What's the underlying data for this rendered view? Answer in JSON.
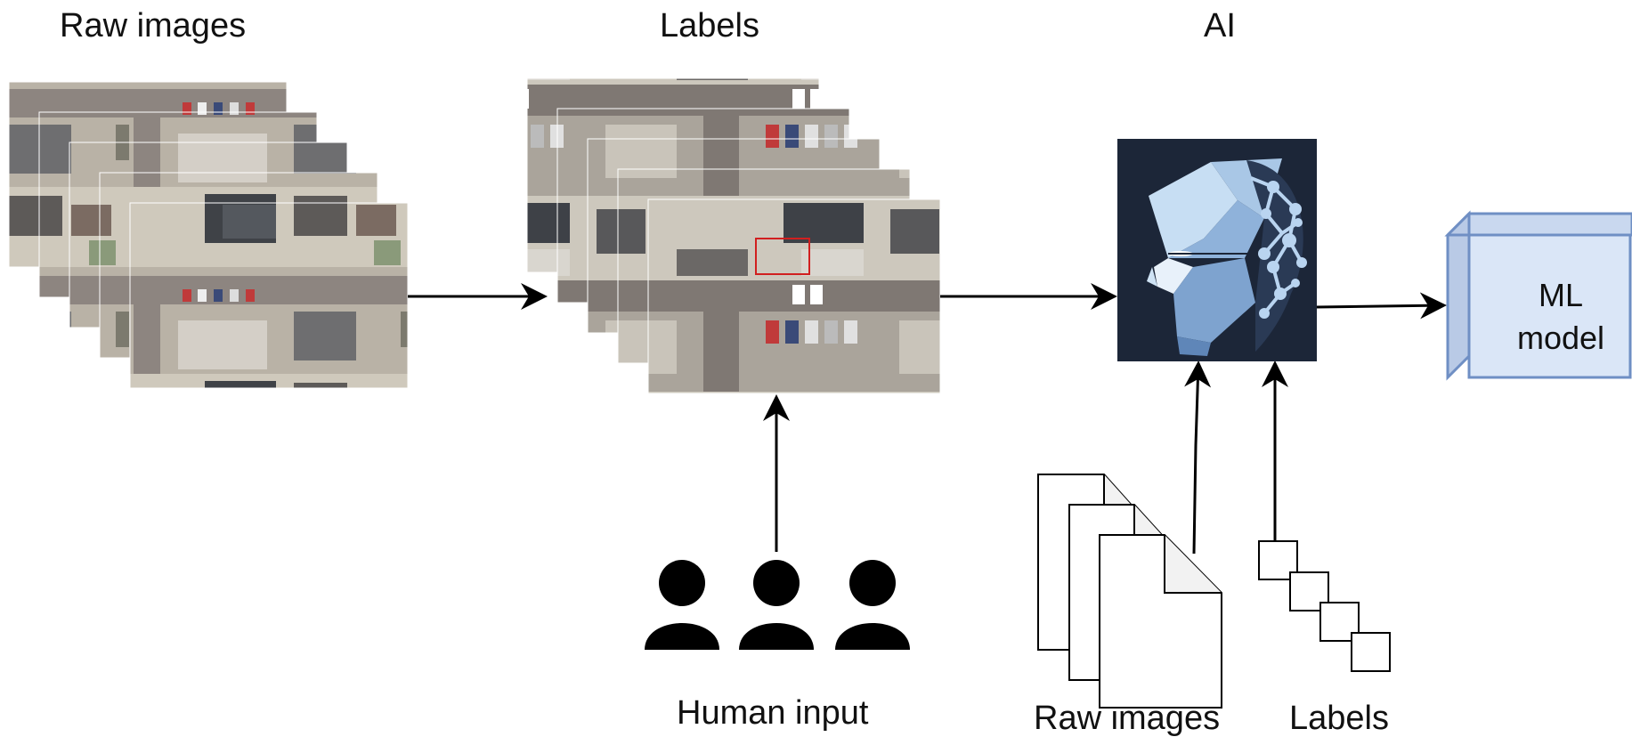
{
  "titles": {
    "raw_images": "Raw images",
    "labels": "Labels",
    "ai": "AI"
  },
  "bottom": {
    "human_input": "Human input",
    "raw_images": "Raw images",
    "labels": "Labels"
  },
  "model": {
    "line1": "ML",
    "line2": "model"
  },
  "colors": {
    "ai_background": "#1c2638",
    "cube_face": "#dae6f7",
    "cube_side": "#b9cae6",
    "cube_border": "#6f8fc4",
    "label_box": "#d11f1f",
    "arrow": "#000000"
  },
  "icons": [
    "aerial-image-stack",
    "labeled-image-stack",
    "ai-head-icon",
    "ml-model-cube",
    "person-icon",
    "document-stack-icon",
    "label-boxes-icon"
  ]
}
